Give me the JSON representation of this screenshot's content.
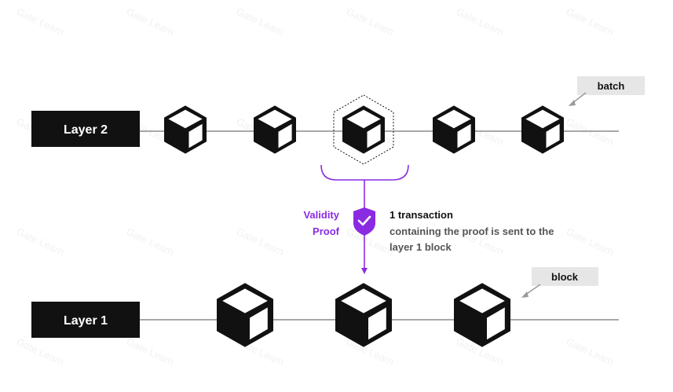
{
  "watermark": {
    "text": "Gate Learn"
  },
  "layers": {
    "layer2": {
      "label": "Layer 2"
    },
    "layer1": {
      "label": "Layer 1"
    }
  },
  "callouts": {
    "batch": "batch",
    "block": "block"
  },
  "proof": {
    "line1": "Validity",
    "line2": "Proof",
    "icon": "shield-check-icon"
  },
  "transaction": {
    "title": "1 transaction",
    "line1": "containing the proof is sent to the",
    "line2": "layer 1 block"
  },
  "colors": {
    "ink": "#111111",
    "accent": "#8a2be2",
    "callout_bg": "#e6e6e6",
    "line": "#8c8c8c",
    "watermark": "#f1f1f1"
  }
}
